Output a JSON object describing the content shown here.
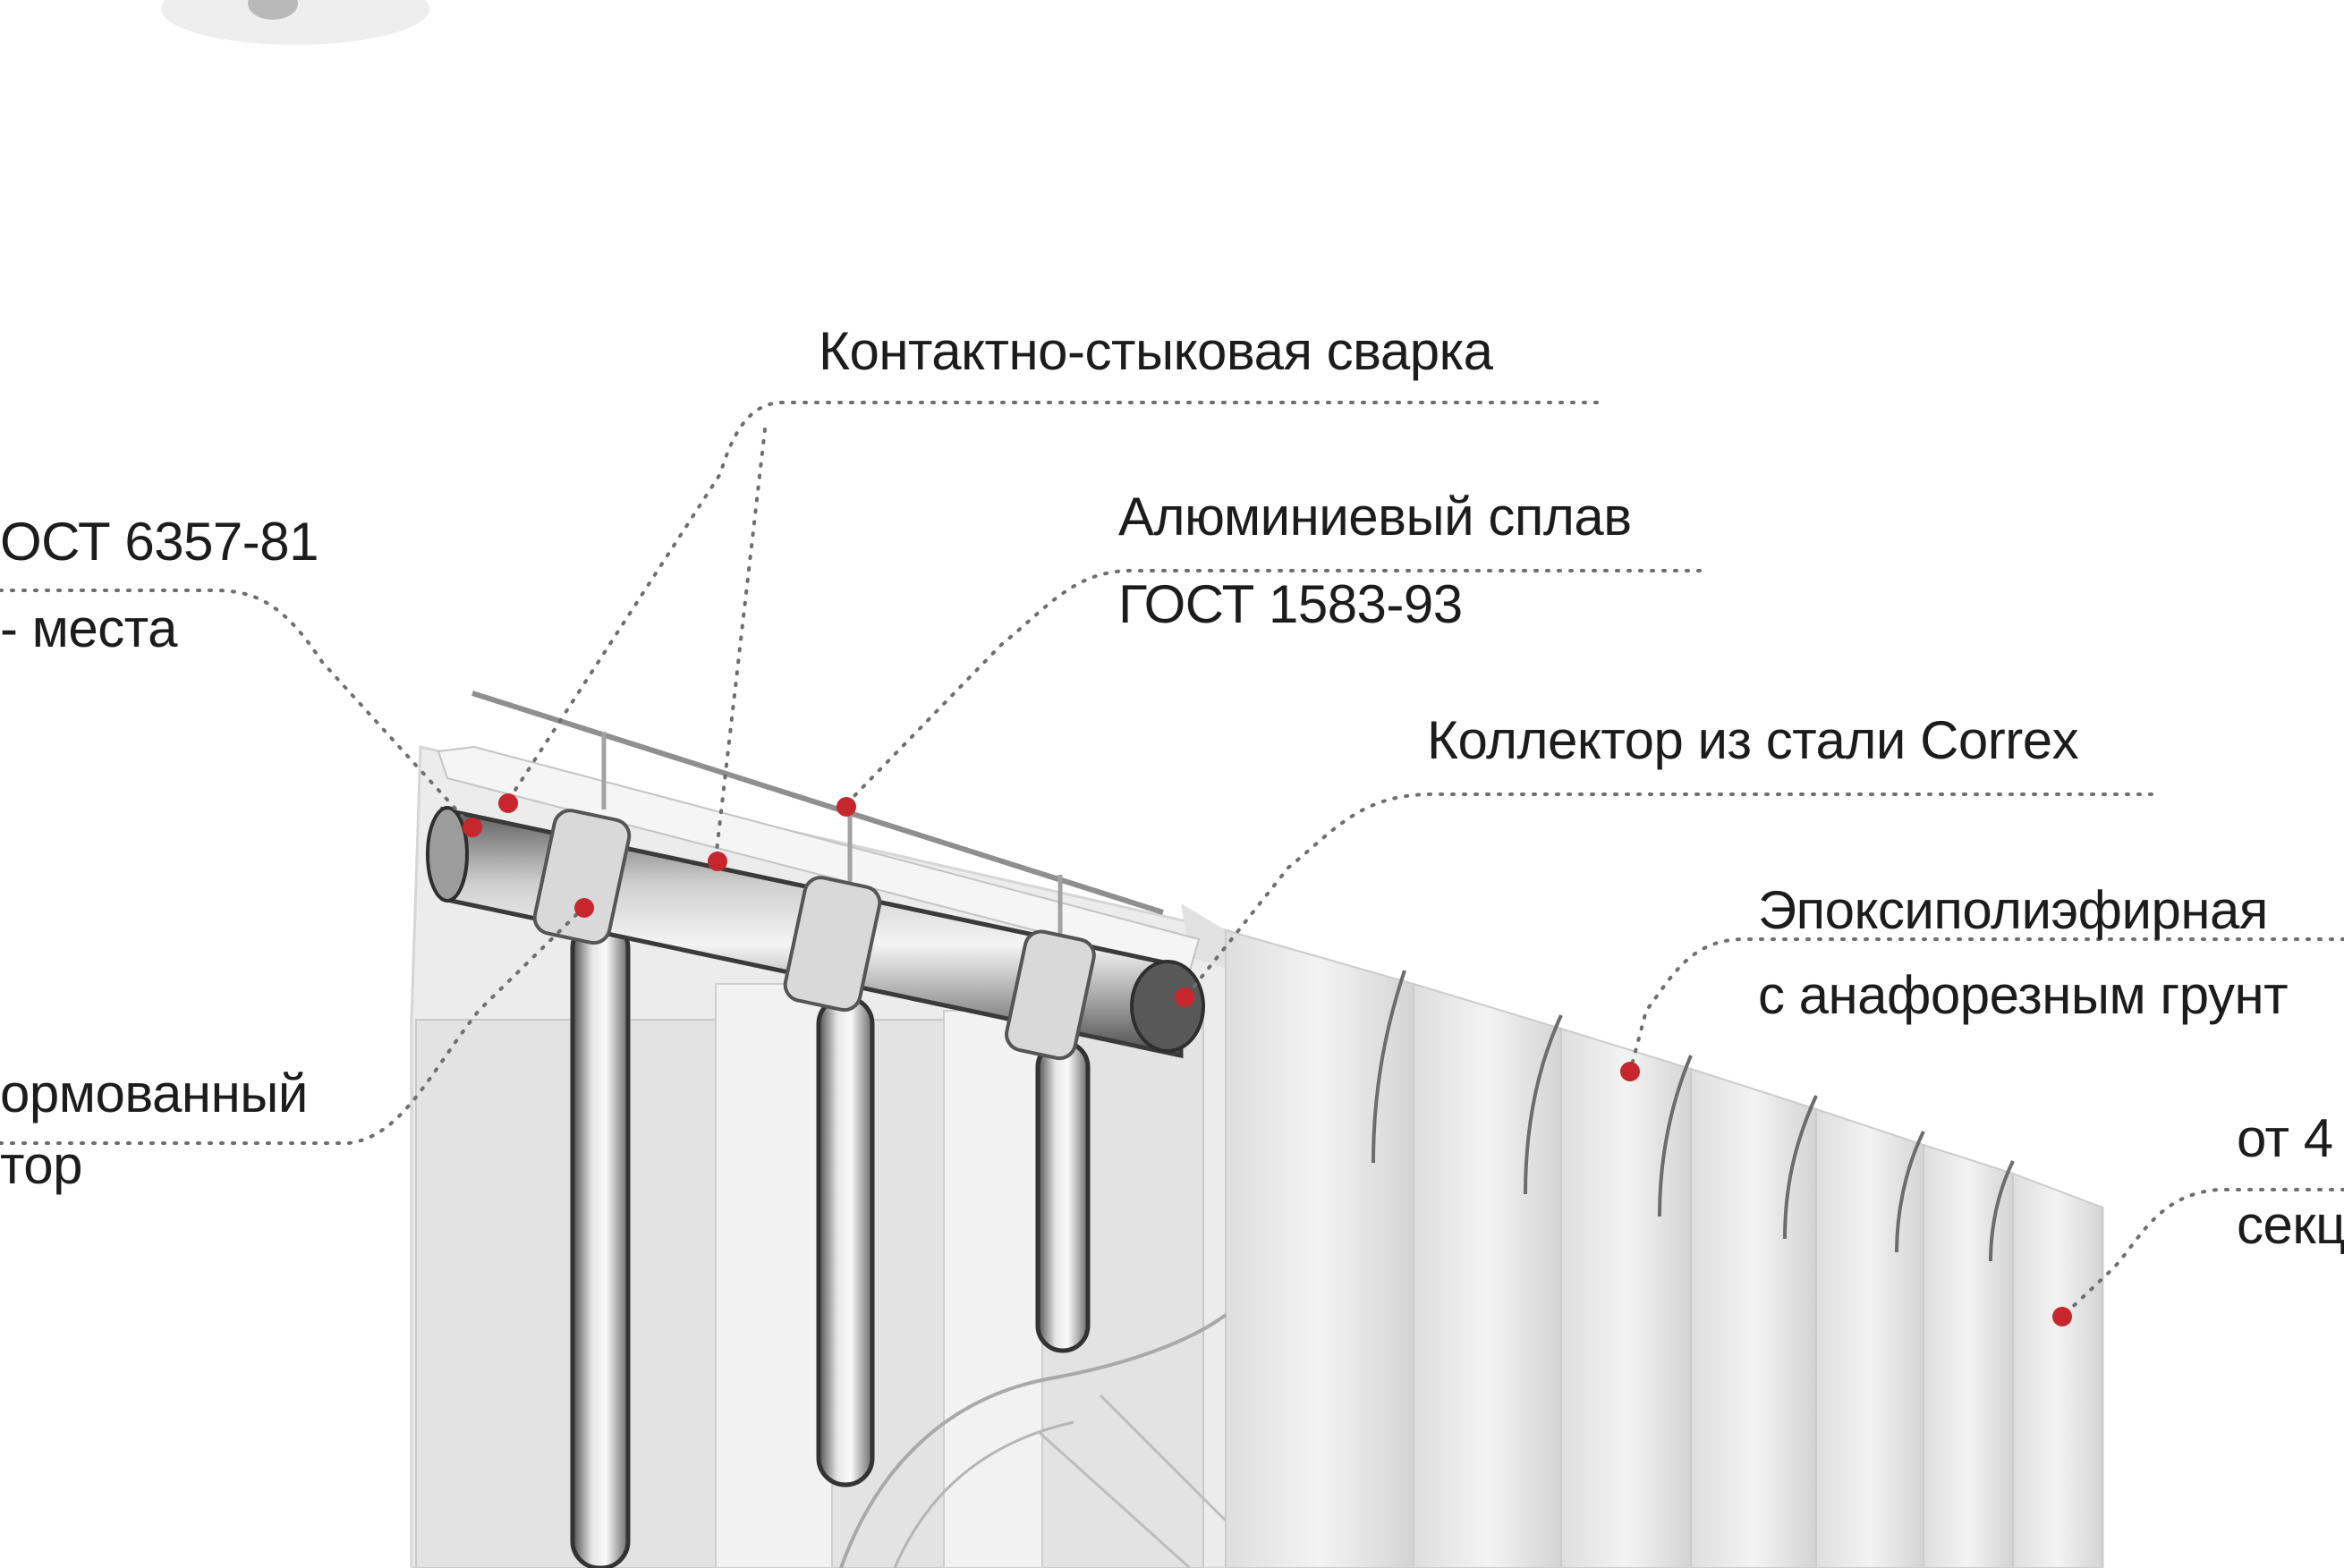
{
  "labels": {
    "welding": "Контактно-стыковая сварка",
    "alloy_line1": "Алюминиевый сплав",
    "alloy_line2": "ГОСТ 1583-93",
    "collector": "Коллектор из стали Correx",
    "coating_line1": "Эпоксиполиэфирная",
    "coating_line2": "с анафорезным грунт",
    "gost_line1": "ОСТ 6357-81",
    "gost_line2": "- места",
    "molded_line1": "ормованный",
    "molded_line2": "тор",
    "sections_line1": "от 4",
    "sections_line2": "секц"
  },
  "colors": {
    "text": "#1c1c1c",
    "leader_line": "#6e6e6e",
    "marker": "#c8262d",
    "radiator_body": "#ededed",
    "radiator_shadow": "#cfcfcf",
    "pipe_steel": "#9a9a9a"
  },
  "icons": {
    "marker": "red-dot",
    "product": "bimetal-radiator-cutaway"
  }
}
